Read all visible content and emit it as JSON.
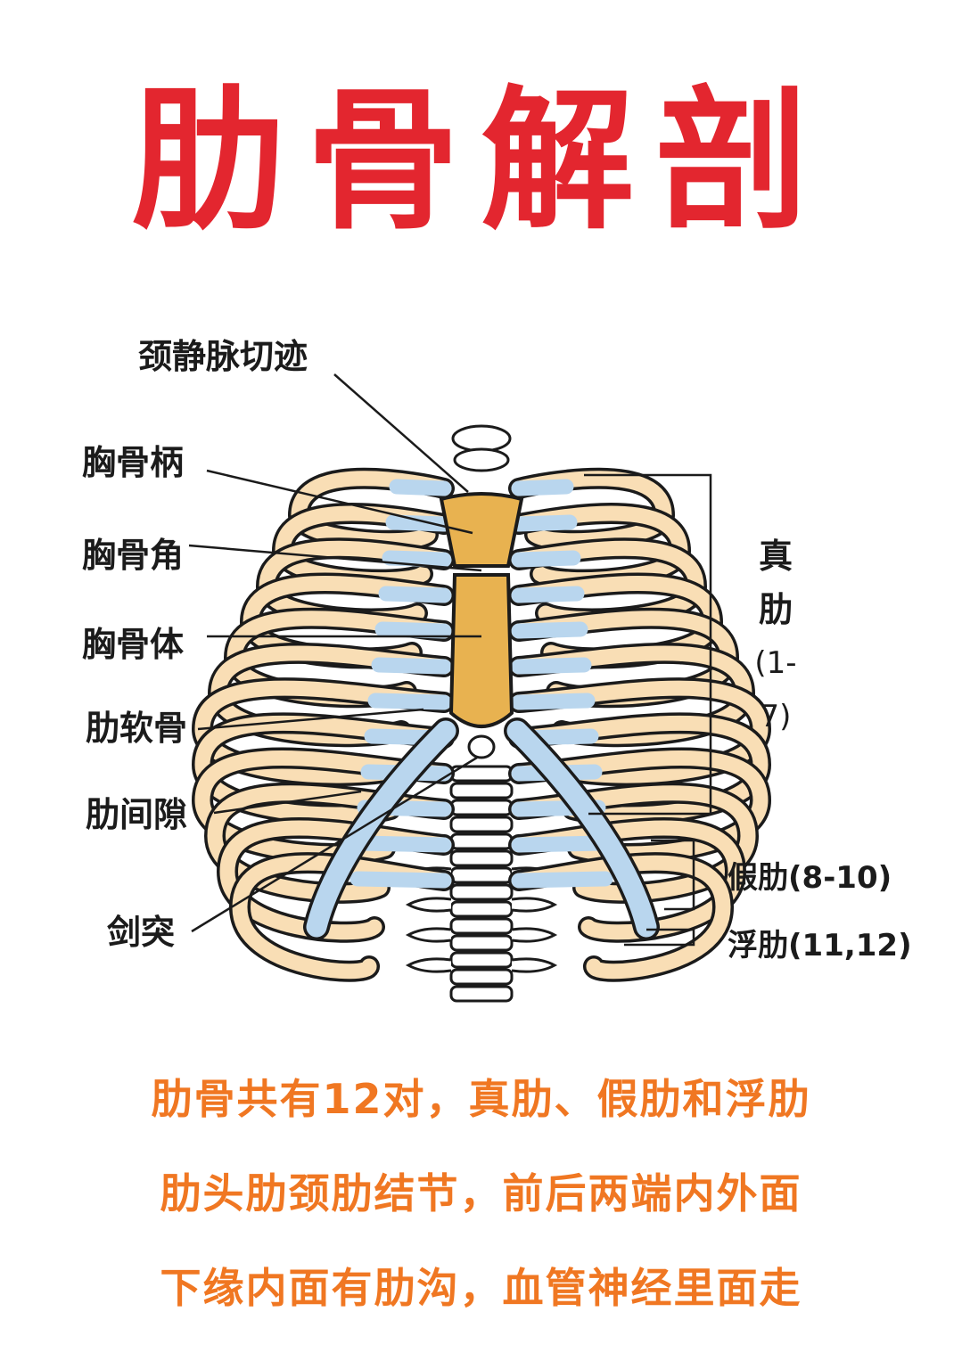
{
  "title": "肋骨解剖",
  "labels": {
    "jugular_notch": "颈静脉切迹",
    "manubrium": "胸骨柄",
    "sternal_angle": "胸骨角",
    "sternum_body": "胸骨体",
    "costal_cartilage": "肋软骨",
    "intercostal_space": "肋间隙",
    "xiphoid": "剑突",
    "true_ribs_char1": "真",
    "true_ribs_char2": "肋",
    "true_ribs_range": "(1-7)",
    "false_ribs": "假肋(8-10)",
    "floating_ribs": "浮肋(11,12)"
  },
  "verses": [
    "肋骨共有12对，真肋、假肋和浮肋",
    "肋头肋颈肋结节，前后两端内外面",
    "下缘内面有肋沟，血管神经里面走"
  ],
  "colors": {
    "title": "#e3262f",
    "verse": "#f07722",
    "bone": "#f9deb5",
    "cartilage": "#b9d6ee",
    "sternum": "#e8b250",
    "outline": "#1b1b1b"
  }
}
